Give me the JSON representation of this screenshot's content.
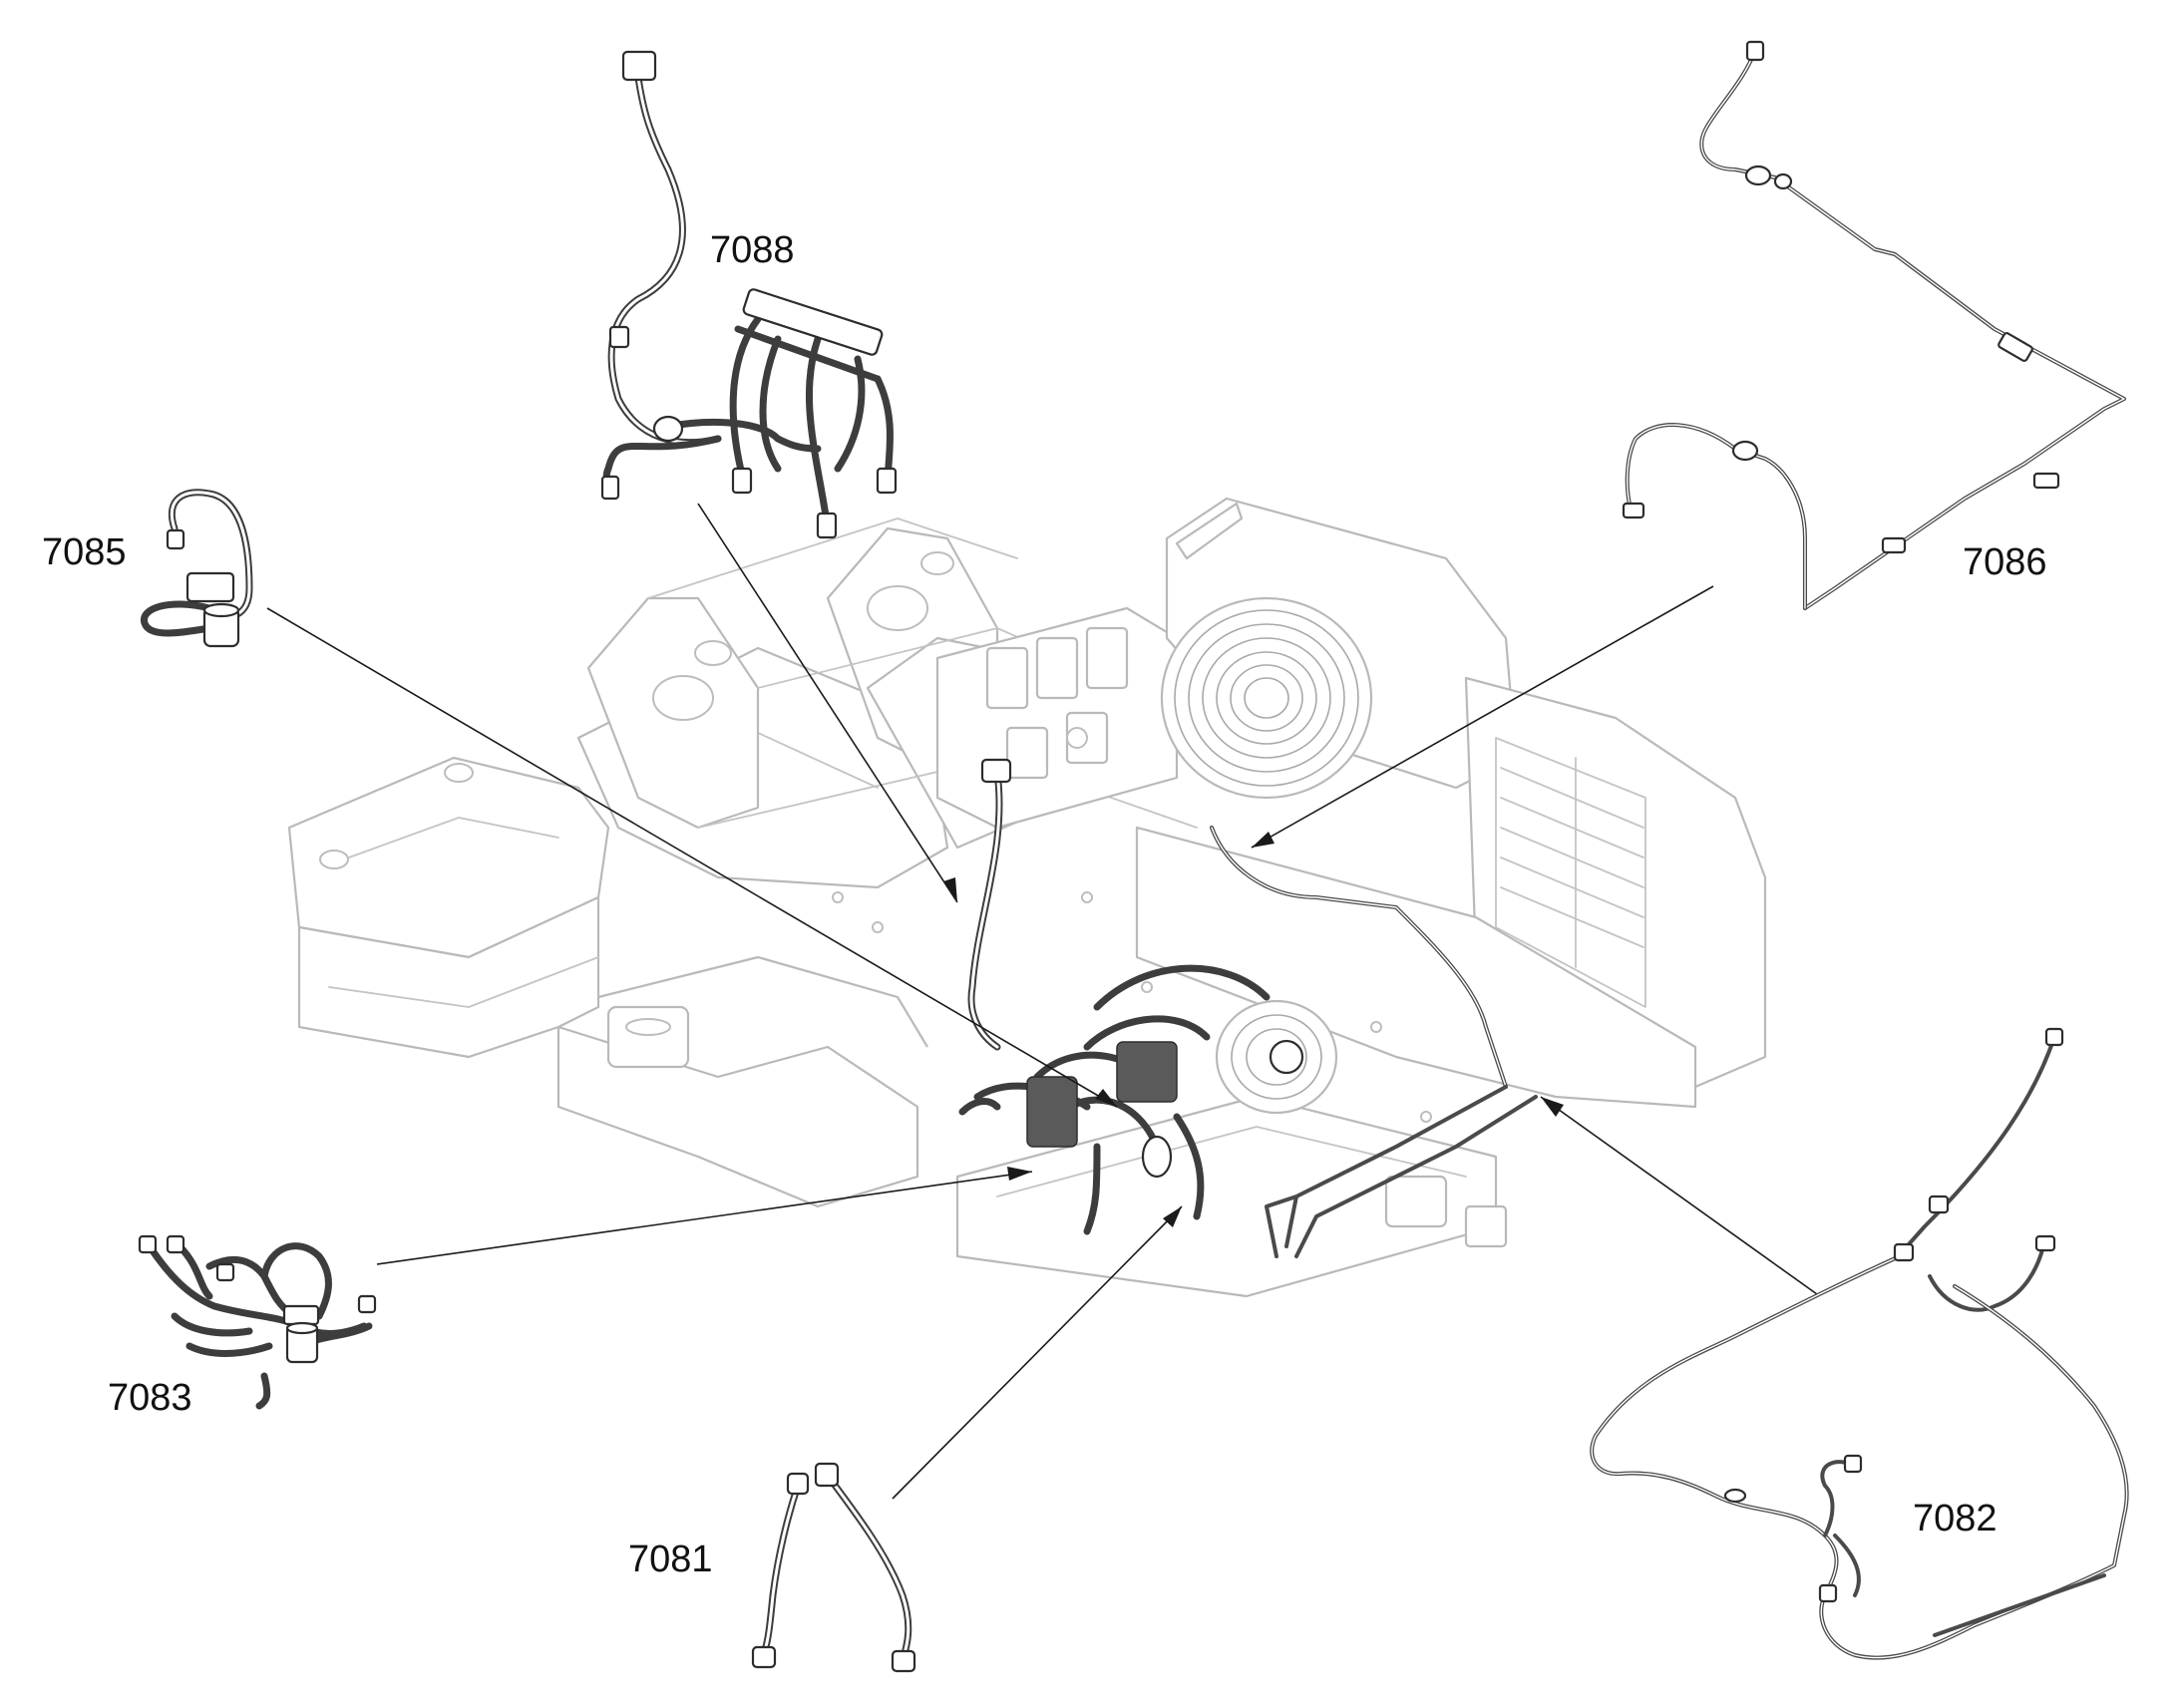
{
  "callouts": {
    "c7088": "7088",
    "c7085": "7085",
    "c7086": "7086",
    "c7083": "7083",
    "c7081": "7081",
    "c7082": "7082"
  }
}
